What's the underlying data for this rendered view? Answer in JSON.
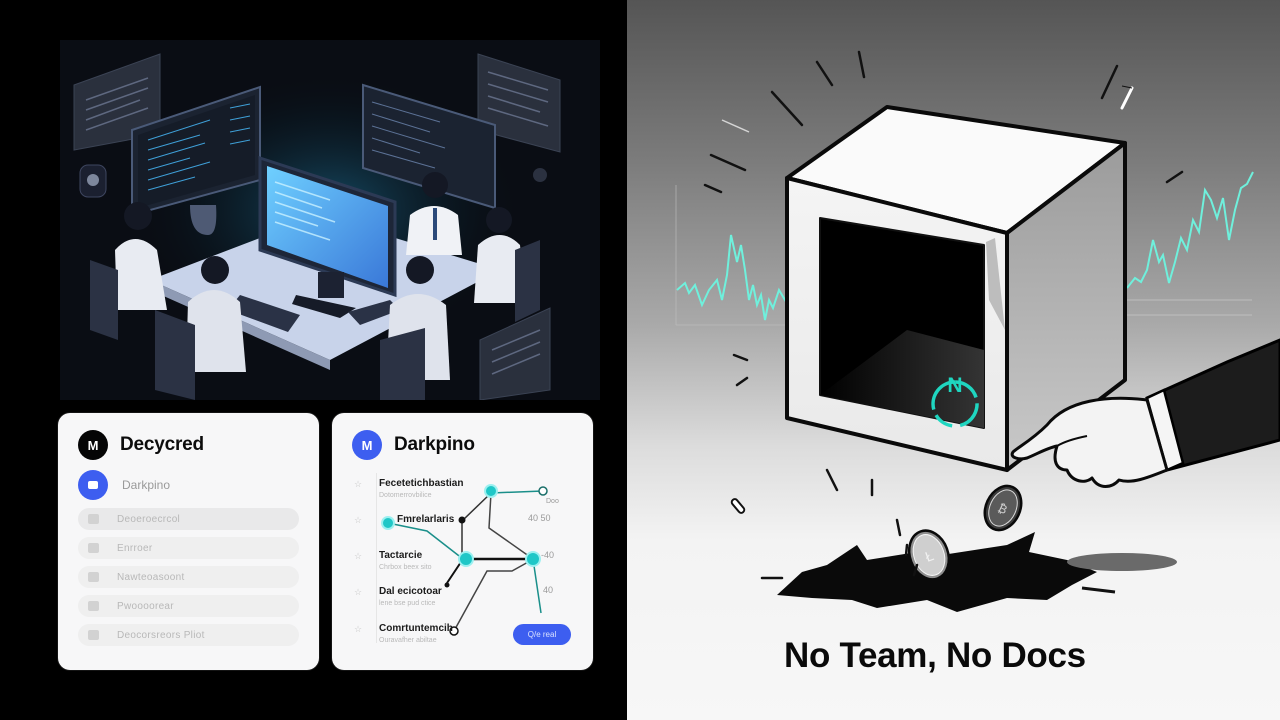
{
  "left_card": {
    "logo_glyph": "M",
    "title": "Decycred",
    "subheader": "Darkpino",
    "nav_items": [
      {
        "icon": "folder-icon",
        "label": "Deoeroecrcol"
      },
      {
        "icon": "star-icon",
        "label": "Enrroer"
      },
      {
        "icon": "star-icon",
        "label": "Nawteoasoont"
      },
      {
        "icon": "archive-icon",
        "label": "Pwoooorear"
      },
      {
        "icon": "thumbs-up-icon",
        "label": "Deocorsreors Pliot"
      }
    ]
  },
  "right_card": {
    "logo_glyph": "M",
    "title": "Darkpino",
    "list_items": [
      {
        "title": "Fecetetichbastian",
        "subtitle": "Dotomerrovbilice"
      },
      {
        "title": "Fmrelarlaris",
        "subtitle": ""
      },
      {
        "title": "Tactarcie",
        "subtitle": "Chrbox beex sito"
      },
      {
        "title": "Dal ecicotoar",
        "subtitle": "lene bse pud ctice"
      },
      {
        "title": "Comrtuntemcih",
        "subtitle": "Ouravafher abiltae"
      }
    ],
    "graph_labels": {
      "top": "Doo",
      "n1": "40 50",
      "n2": "-40",
      "n3": "40"
    },
    "button_label": "Q/e real",
    "accent": "#3d5ef0",
    "node_color": "#1fc7c7"
  },
  "illustration": {
    "left_scene": "team of five developers in lab coats around a desk with glowing monitors",
    "right_scene": "white cube with black opening labeled with a cyan N logo, hand dropping coins into a hole, background price charts",
    "box_logo_glyph": "N",
    "chart_color": "#6ff0dc"
  },
  "tagline": "No Team, No Docs"
}
